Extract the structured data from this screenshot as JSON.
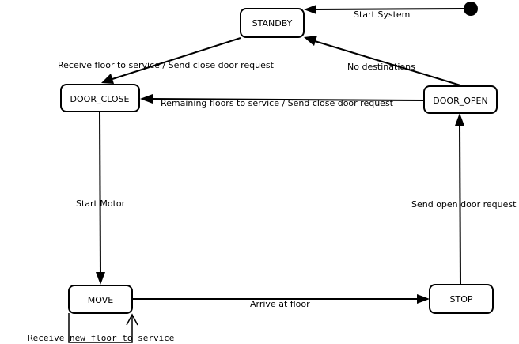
{
  "states": {
    "standby": "STANDBY",
    "door_close": "DOOR_CLOSE",
    "door_open": "DOOR_OPEN",
    "move": "MOVE",
    "stop": "STOP"
  },
  "transitions": {
    "start_system": "Start System",
    "receive_floor": "Receive floor to service / Send close door request",
    "no_destinations": "No destinations",
    "remaining_floors": "Remaining floors to service / Send close door request",
    "start_motor": "Start Motor",
    "send_open_door": "Send open door request",
    "arrive_at_floor": "Arrive at floor",
    "receive_new_floor": "Receive new floor to service"
  }
}
